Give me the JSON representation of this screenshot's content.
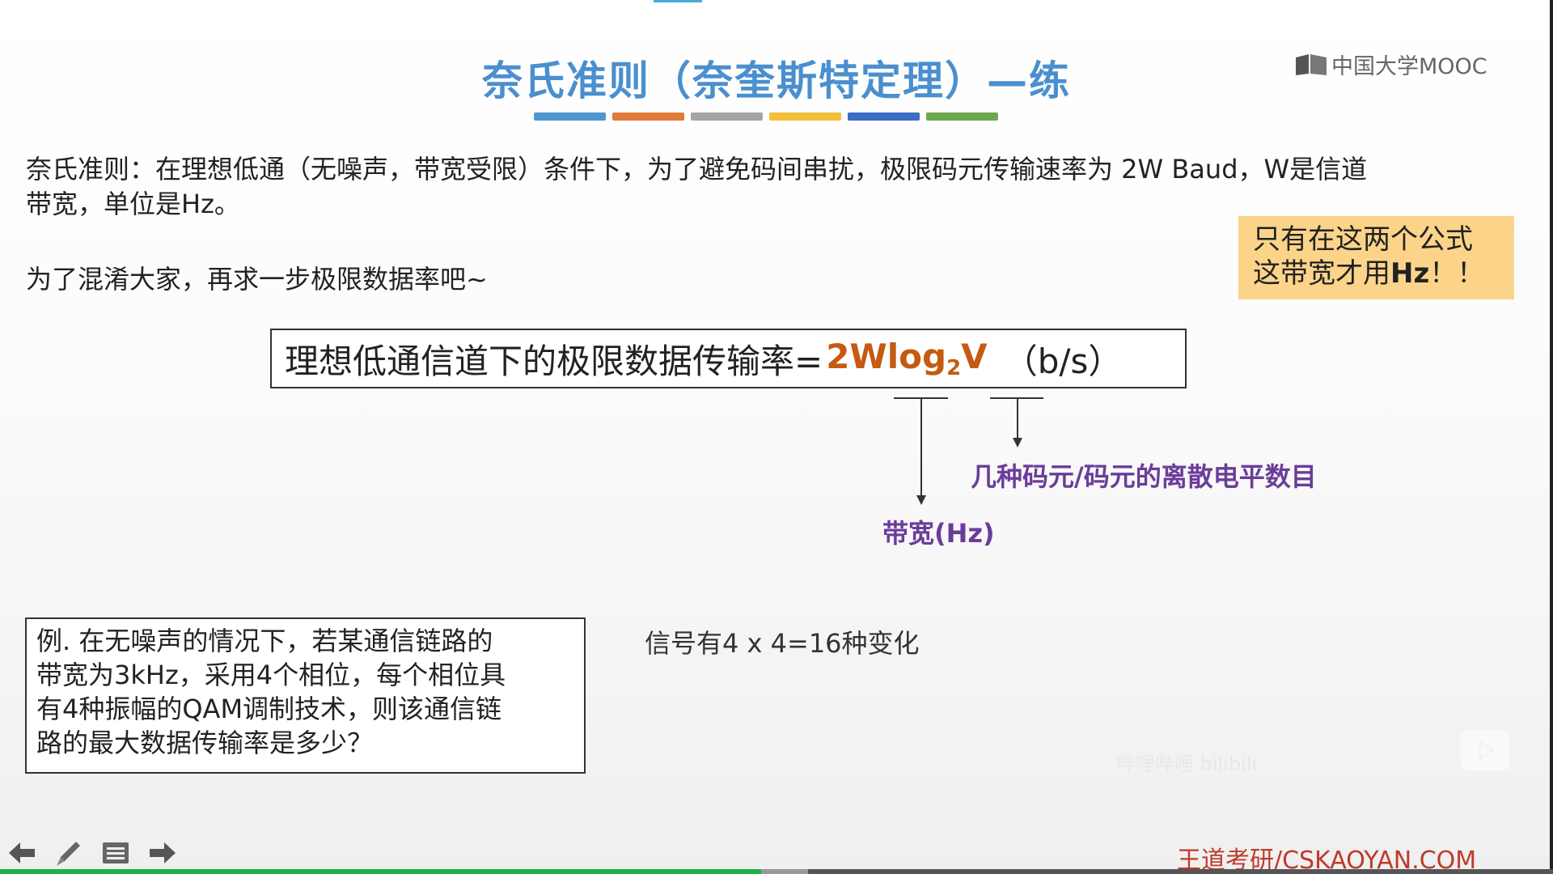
{
  "slide": {
    "title": "奈氏准则（奈奎斯特定理）—练",
    "logo": {
      "icon": "mooc-book-icon",
      "text": "中国大学MOOC"
    },
    "color_bars": [
      "#4f97d0",
      "#e07b39",
      "#a5a5a5",
      "#f2bf3b",
      "#3b6ec3",
      "#6fa84b"
    ],
    "paragraph_1": {
      "line_1": "奈氏准则：在理想低通（无噪声，带宽受限）条件下，为了避免码间串扰，极限码元传输速率为 2W Baud，W是信道",
      "line_2": "带宽，单位是Hz。"
    },
    "paragraph_2": "为了混淆大家，再求一步极限数据率吧~",
    "note": {
      "line_1": "只有在这两个公式",
      "line_2_prefix": "这带宽才用",
      "line_2_bold": "Hz",
      "line_2_suffix": "！！"
    },
    "formula": {
      "label": "理想低通信道下的极限数据传输率=",
      "expr_prefix": "2Wlog",
      "expr_sub": "2",
      "expr_suffix": "V",
      "unit": "（b/s）"
    },
    "label_levels": "几种码元/码元的离散电平数目",
    "label_bandwidth": "带宽(Hz)",
    "example": {
      "line_1": "例. 在无噪声的情况下，若某通信链路的",
      "line_2": "带宽为3kHz，采用4个相位，每个相位具",
      "line_3": "有4种振幅的QAM调制技术，则该通信链",
      "line_4": "路的最大数据传输率是多少？"
    },
    "signal_note": "信号有4 x 4=16种变化",
    "watermark": "哔哩哔哩 bilibili",
    "footer_brand": "王道考研/CSKAOYAN.COM",
    "accent_color": "#c55a11",
    "label_color": "#6a3d9a",
    "title_color": "#4a8fcf",
    "note_bg": "#fbd48a"
  },
  "player": {
    "play_icon": "play-icon",
    "nav": {
      "prev_icon": "arrow-left-icon",
      "pen_icon": "pen-icon",
      "menu_icon": "slide-menu-icon",
      "next_icon": "arrow-right-icon"
    },
    "progress_played": 0.49,
    "progress_buffered": 0.52
  }
}
